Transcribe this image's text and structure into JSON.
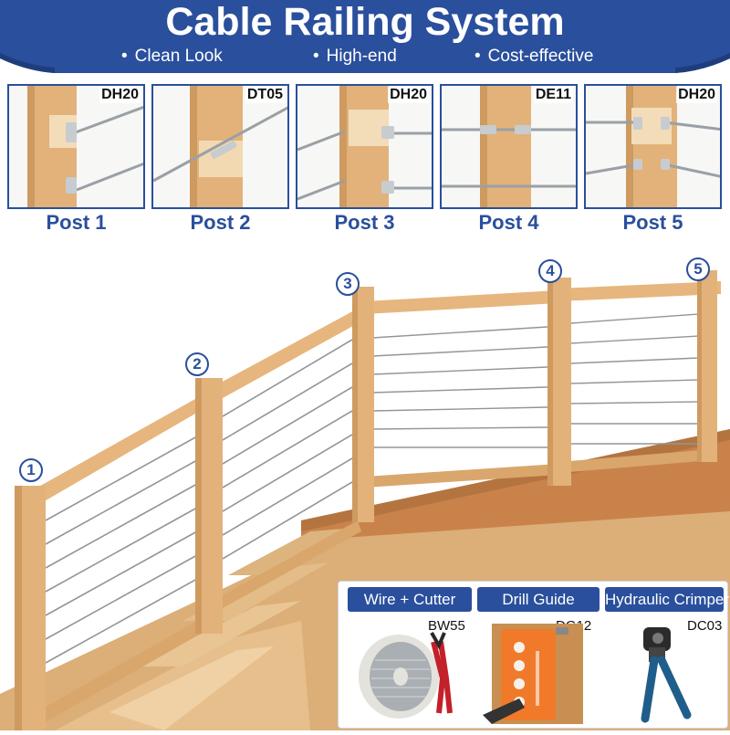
{
  "banner": {
    "title": "Cable Railing System",
    "bullets": [
      "Clean Look",
      "High-end",
      "Cost-effective"
    ],
    "color": "#2a4f9c"
  },
  "posts": [
    {
      "code": "DH20",
      "label": "Post 1"
    },
    {
      "code": "DT05",
      "label": "Post 2"
    },
    {
      "code": "DH20",
      "label": "Post 3"
    },
    {
      "code": "DE11",
      "label": "Post 4"
    },
    {
      "code": "DH20",
      "label": "Post 5"
    }
  ],
  "markers": [
    "1",
    "2",
    "3",
    "4",
    "5"
  ],
  "tools": [
    {
      "title": "Wire + Cutter",
      "code": "BW55"
    },
    {
      "title": "Drill Guide",
      "code": "DG12"
    },
    {
      "title": "Hydraulic Crimper",
      "code": "DC03"
    }
  ],
  "colors": {
    "accent": "#2a4f9c",
    "wood": "#e2b27a",
    "wood_dark": "#c98f52",
    "deck": "#c9834a",
    "cable": "#8f969b",
    "drill_guide": "#f07a2a"
  }
}
